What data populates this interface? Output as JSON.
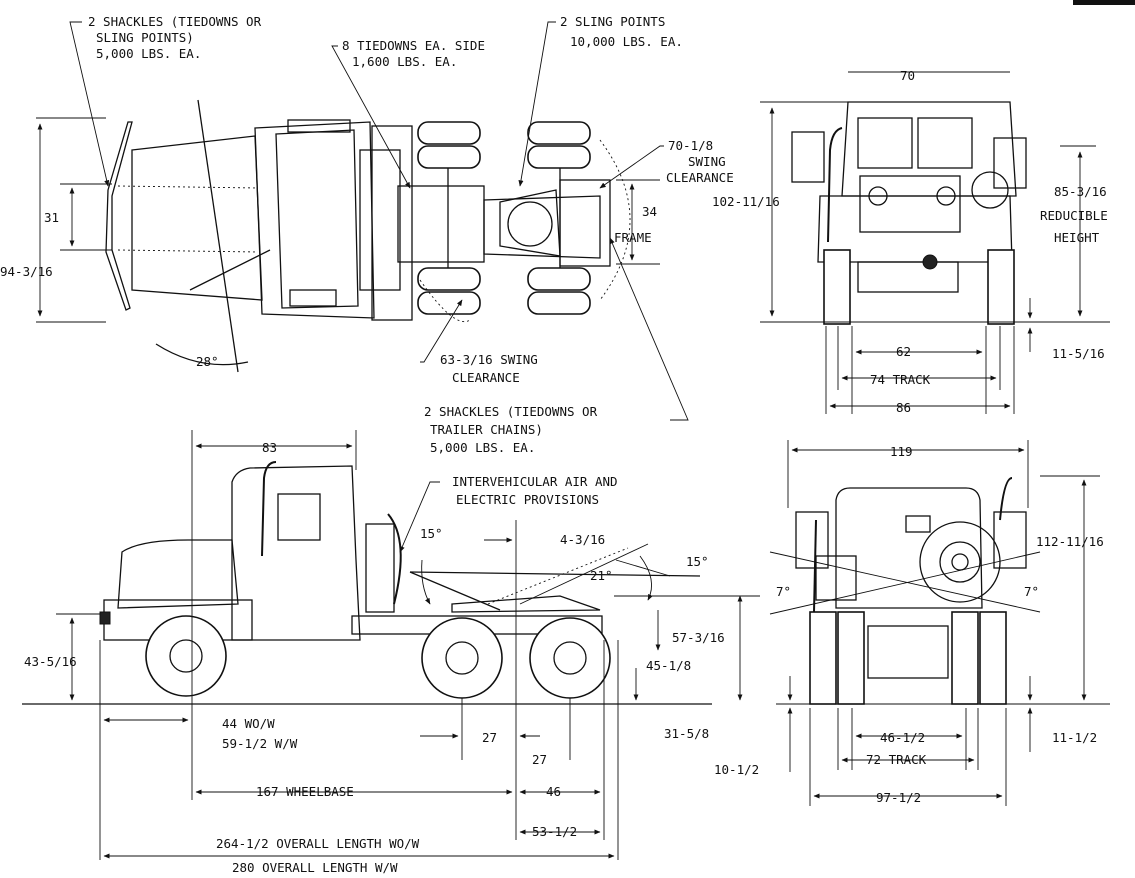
{
  "top_view": {
    "shackles_front_1": "2 SHACKLES (TIEDOWNS OR",
    "shackles_front_2": "SLING POINTS)",
    "shackles_front_3": "5,000 LBS. EA.",
    "tiedowns_1": "8 TIEDOWNS EA. SIDE",
    "tiedowns_2": "1,600 LBS. EA.",
    "sling_1": "2 SLING POINTS",
    "sling_2": "10,000 LBS. EA.",
    "swing_rear_1": "70-1/8",
    "swing_rear_2": "SWING",
    "swing_rear_3": "CLEARANCE",
    "frame_width": "34",
    "frame_label": "FRAME",
    "front_width": "31",
    "overall_width": "94-3/16",
    "turn_angle": "28°",
    "swing_front_1": "63-3/16 SWING",
    "swing_front_2": "CLEARANCE"
  },
  "front_view": {
    "top_width": "70",
    "overall_height": "102-11/16",
    "reducible_1": "85-3/16",
    "reducible_2": "REDUCIBLE",
    "reducible_3": "HEIGHT",
    "clearance": "11-5/16",
    "inner": "62",
    "track": "74 TRACK",
    "overall": "86"
  },
  "rear_shackles": {
    "line1": "2 SHACKLES (TIEDOWNS OR",
    "line2": "TRAILER CHAINS)",
    "line3": "5,000 LBS. EA."
  },
  "side_view": {
    "cab_length": "83",
    "air_1": "INTERVEHICULAR AIR AND",
    "air_2": "ELECTRIC PROVISIONS",
    "angle_left": "15°",
    "fifth_offset": "4-3/16",
    "angle_up": "21°",
    "angle_right": "15°",
    "front_height": "43-5/16",
    "fifth_height": "57-3/16",
    "rear_height": "45-1/8",
    "rear_clear": "31-5/8",
    "front_overhang_1": "44 WO/W",
    "front_overhang_2": "59-1/2 W/W",
    "axle_1": "27",
    "axle_2": "27",
    "tandem": "46",
    "wheelbase": "167 WHEELBASE",
    "rear_overhang": "53-1/2",
    "length_1": "264-1/2 OVERALL LENGTH WO/W",
    "length_2": "280 OVERALL LENGTH  W/W"
  },
  "rear_view": {
    "width": "119",
    "height": "112-11/16",
    "angle_left": "7°",
    "angle_right": "7°",
    "ground_left": "10-1/2",
    "ground_right": "11-1/2",
    "inner": "46-1/2",
    "track": "72 TRACK",
    "overall": "97-1/2"
  }
}
